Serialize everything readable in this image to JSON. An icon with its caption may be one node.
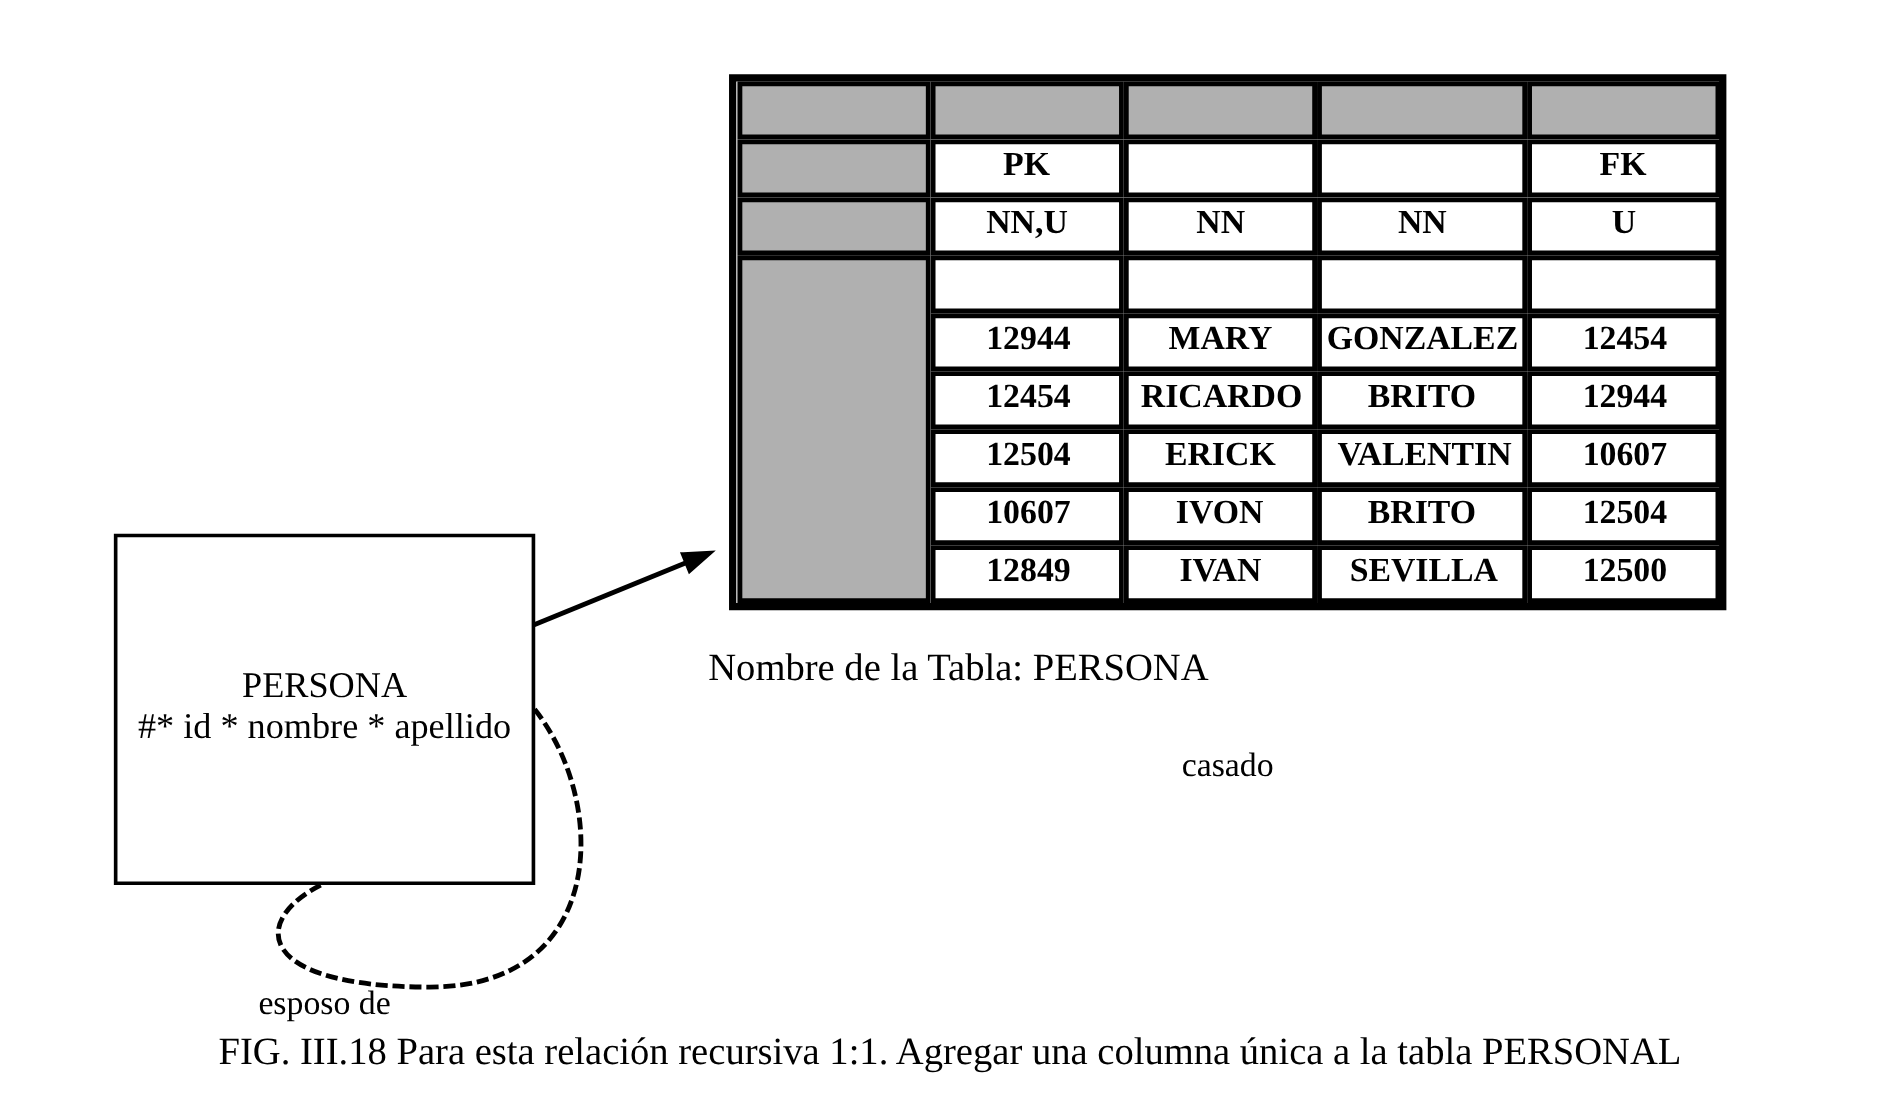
{
  "diagram": {
    "caption": "FIG. III.18 Para esta relación recursiva 1:1. Agregar una columna única a la tabla PERSONAL",
    "nodes": [
      {
        "text": [
          "PERSONA",
          "#* id * nombre * apellido"
        ]
      },
      {
        "text": [
          "Nombre de la Tabla: PERSONA"
        ]
      }
    ],
    "edges": [
      {
        "from": 0,
        "to": 1,
        "arrow": "to"
      },
      {
        "from": 0,
        "to": 0,
        "arrow": "none",
        "style": "dashed",
        "label": "esposo de"
      }
    ],
    "labels": [
      "casado",
      "PK",
      "FK",
      "NN,U",
      "NN",
      "NN",
      "U",
      "12944",
      "MARY",
      "GONZALEZ",
      "12454",
      "12454",
      "RICARDO",
      "BRITO",
      "12944",
      "12504",
      "ERICK",
      "VALENTIN",
      "10607",
      "10607",
      "IVON",
      "BRITO",
      "12504",
      "12849",
      "IVAN",
      "SEVILLA",
      "12500"
    ]
  }
}
